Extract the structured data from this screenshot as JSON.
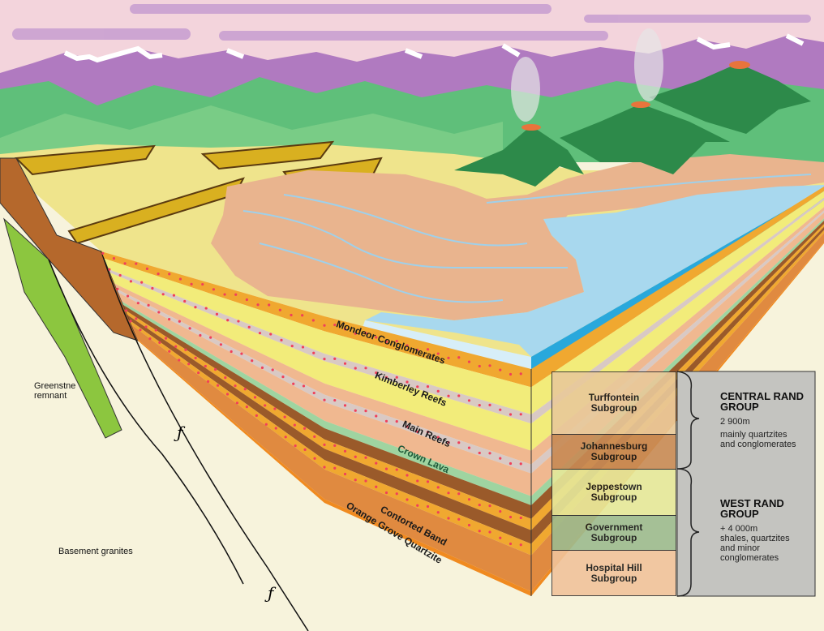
{
  "strata_labels": {
    "mondeor": "Mondeor Conglomerates",
    "kimberley": "Kimberley Reefs",
    "main": "Main Reefs",
    "crown": "Crown Lava",
    "contorted": "Contorted Band",
    "orange_grove": "Orange Grove Quartzite"
  },
  "other_labels": {
    "greenstone_1": "Greenstne",
    "greenstone_2": "remnant",
    "basement": "Basement granites"
  },
  "subgroups": [
    {
      "line1": "Turffontein",
      "line2": "Subgroup",
      "color": "#e9c99a"
    },
    {
      "line1": "Johannesburg",
      "line2": "Subgroup",
      "color": "#c88a55"
    },
    {
      "line1": "Jeppestown",
      "line2": "Subgroup",
      "color": "#e6e89a"
    },
    {
      "line1": "Government",
      "line2": "Subgroup",
      "color": "#9dbb8f"
    },
    {
      "line1": "Hospital Hill",
      "line2": "Subgroup",
      "color": "#f1c39b"
    }
  ],
  "groups": {
    "central": {
      "title1": "CENTRAL RAND",
      "title2": "GROUP",
      "thickness": "2 900m",
      "desc1": "mainly quartzites",
      "desc2": "and conglomerates"
    },
    "west": {
      "title1": "WEST RAND",
      "title2": "GROUP",
      "thickness": "+ 4 000m",
      "desc1": "shales, quartzites",
      "desc2": "and minor",
      "desc3": "conglomerates"
    }
  },
  "colors": {
    "sky": "#f3d4dc",
    "mountains": "#b07ac0",
    "hills": "#5fbf7a",
    "plain": "#efe48c",
    "delta": "#e9b48e",
    "lake": "#a8d8ee",
    "legend_bg": "#c4c4c0"
  }
}
